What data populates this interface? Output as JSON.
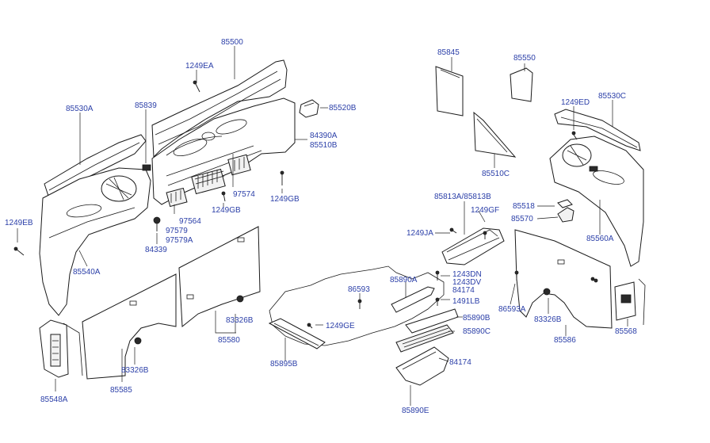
{
  "diagram": {
    "callouts": [
      {
        "id": "c01",
        "text": "85500"
      },
      {
        "id": "c02",
        "text": "1249EA"
      },
      {
        "id": "c03",
        "text": "85530A"
      },
      {
        "id": "c04",
        "text": "85839"
      },
      {
        "id": "c05",
        "text": "85520B"
      },
      {
        "id": "c06",
        "text": "84390A"
      },
      {
        "id": "c07",
        "text": "85510B"
      },
      {
        "id": "c08",
        "text": "97574"
      },
      {
        "id": "c09",
        "text": "1249GB"
      },
      {
        "id": "c10",
        "text": "1249GB"
      },
      {
        "id": "c11",
        "text": "97564"
      },
      {
        "id": "c12",
        "text": "97579"
      },
      {
        "id": "c13",
        "text": "97579A"
      },
      {
        "id": "c14",
        "text": "84339"
      },
      {
        "id": "c15",
        "text": "1249EB"
      },
      {
        "id": "c16",
        "text": "85540A"
      },
      {
        "id": "c17",
        "text": "83326B"
      },
      {
        "id": "c18",
        "text": "85580"
      },
      {
        "id": "c19",
        "text": "83326B"
      },
      {
        "id": "c20",
        "text": "85585"
      },
      {
        "id": "c21",
        "text": "85548A"
      },
      {
        "id": "c22",
        "text": "86593"
      },
      {
        "id": "c23",
        "text": "1249GE"
      },
      {
        "id": "c24",
        "text": "85895B"
      },
      {
        "id": "c25",
        "text": "85845"
      },
      {
        "id": "c26",
        "text": "85550"
      },
      {
        "id": "c27",
        "text": "85510C"
      },
      {
        "id": "c28",
        "text": "85813A/85813B"
      },
      {
        "id": "c29",
        "text": "1249GF"
      },
      {
        "id": "c30",
        "text": "1249JA"
      },
      {
        "id": "c31",
        "text": "85890A"
      },
      {
        "id": "c32",
        "text": "1243DN"
      },
      {
        "id": "c33",
        "text": "1243DV"
      },
      {
        "id": "c34",
        "text": "84174"
      },
      {
        "id": "c35",
        "text": "1491LB"
      },
      {
        "id": "c36",
        "text": "85890B"
      },
      {
        "id": "c37",
        "text": "85890C"
      },
      {
        "id": "c38",
        "text": "84174"
      },
      {
        "id": "c39",
        "text": "85890E"
      },
      {
        "id": "c40",
        "text": "1249ED"
      },
      {
        "id": "c41",
        "text": "85530C"
      },
      {
        "id": "c42",
        "text": "85518"
      },
      {
        "id": "c43",
        "text": "85570"
      },
      {
        "id": "c44",
        "text": "85560A"
      },
      {
        "id": "c45",
        "text": "86593A"
      },
      {
        "id": "c46",
        "text": "83326B"
      },
      {
        "id": "c47",
        "text": "85586"
      },
      {
        "id": "c48",
        "text": "85568"
      }
    ]
  }
}
